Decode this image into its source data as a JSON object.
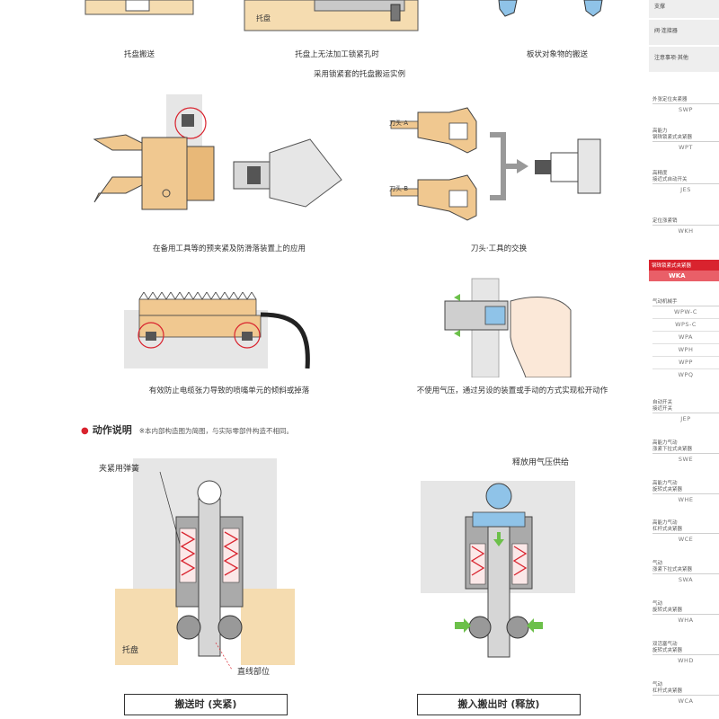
{
  "captions": {
    "tray_transport": "托盘搬送",
    "tray_no_holes": "托盘上无法加工锁紧孔时",
    "plate_transport": "板状对象物的搬送",
    "tray_example": "采用锁紧套的托盘搬运实例",
    "tool_prevent": "在备用工具等的预夹紧及防滑落装置上的应用",
    "tool_change": "刀头·工具的交换",
    "cable_tension": "有效防止电缆张力导致的喷嘴单元的倾斜或掉落",
    "no_air": "不使用气压，通过另设的装置或手动的方式实现松开动作"
  },
  "labels": {
    "tray_small": "托盘",
    "head_a": "刀头·A",
    "head_b": "刀头·B",
    "clamp_spring": "夹紧用弹簧",
    "release_air": "释放用气压供给",
    "tray_diagram": "托盘",
    "linear_part": "直线部位"
  },
  "section": {
    "title": "动作说明",
    "note": "※本内部构造图为简图，与实际零部件构造不相同。"
  },
  "state_labels": {
    "clamped": "搬送时 (夹紧)",
    "released": "搬入搬出时 (释放)"
  },
  "sidebar": {
    "top_items": [
      "支撑",
      "阀·连接器",
      "注意事项·其他"
    ],
    "groups": [
      {
        "lines": [
          "外张定位夹紧器"
        ],
        "codes": [
          "SWP"
        ]
      },
      {
        "lines": [
          "高能力",
          "钢珠锁紧式夹紧器"
        ],
        "codes": [
          "WPT"
        ]
      },
      {
        "lines": [
          "高精度",
          "接近式自动开关"
        ],
        "codes": [
          "JES"
        ]
      },
      {
        "lines": [
          "定位涨紧销"
        ],
        "codes": [
          "WKH"
        ]
      },
      {
        "lines": [
          "气动机械手"
        ],
        "codes": [
          "WPW-C",
          "WPS-C",
          "WPA",
          "WPH",
          "WPP",
          "WPQ"
        ]
      },
      {
        "lines": [
          "自动开关",
          "接近开关"
        ],
        "codes": [
          "JEP"
        ]
      },
      {
        "lines": [
          "高能力气动",
          "涨紧下拉式夹紧器"
        ],
        "codes": [
          "SWE"
        ]
      },
      {
        "lines": [
          "高能力气动",
          "旋转式夹紧器"
        ],
        "codes": [
          "WHE"
        ]
      },
      {
        "lines": [
          "高能力气动",
          "杠杆式夹紧器"
        ],
        "codes": [
          "WCE"
        ]
      },
      {
        "lines": [
          "气动",
          "涨紧下拉式夹紧器"
        ],
        "codes": [
          "SWA"
        ]
      },
      {
        "lines": [
          "气动",
          "旋转式夹紧器"
        ],
        "codes": [
          "WHA"
        ]
      },
      {
        "lines": [
          "双活塞气动",
          "旋转式夹紧器"
        ],
        "codes": [
          "WHD"
        ]
      },
      {
        "lines": [
          "气动",
          "杠杆式夹紧器"
        ],
        "codes": [
          "WCA"
        ]
      }
    ],
    "active": {
      "title": "钢珠锁紧式夹紧器",
      "code": "WKA"
    }
  },
  "colors": {
    "accent_red": "#d9232e",
    "active_code_bg": "#e95f68",
    "part_orange": "#f0c890",
    "part_blue": "#8fc3e8",
    "arrow_green": "#6cc04a",
    "panel_gray": "#e6e6e6"
  }
}
